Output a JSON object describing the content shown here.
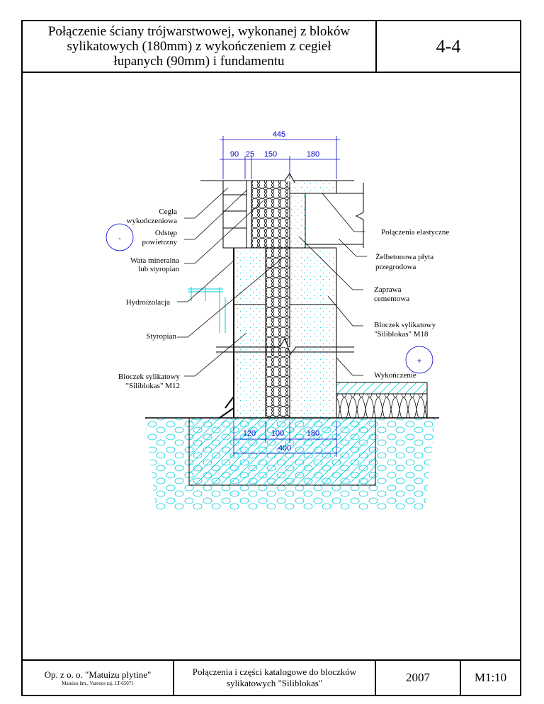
{
  "header": {
    "title_lines": [
      "Połączenie ściany trójwarstwowej, wykonanej z bloków",
      "sylikatowych (180mm) z wykończeniem z cegieł",
      "łupanych (90mm) i fundamentu"
    ],
    "code": "4-4"
  },
  "drawing": {
    "dims_top": {
      "total": "445",
      "parts": [
        "90",
        "25",
        "150",
        "180"
      ]
    },
    "dims_bottom": {
      "total": "400",
      "parts": [
        "120",
        "100",
        "180"
      ]
    },
    "markers": {
      "minus": "-",
      "plus": "+"
    },
    "labels_left": [
      [
        "Cegła",
        "wykończeniowa"
      ],
      [
        "Odstęp",
        "powietrzny"
      ],
      [
        "Wata mineralna",
        "lub styropian"
      ],
      [
        "Hydroizolacja"
      ],
      [
        "Styropian"
      ],
      [
        "Bloczek sylikatowy",
        "\"Siliblokas\" M12"
      ]
    ],
    "labels_right": [
      [
        "Połączenia elastyczne"
      ],
      [
        "Żelbetonowa płyta",
        "przegrodowa"
      ],
      [
        "Zaprawa",
        "cementowa"
      ],
      [
        "Bloczek sylikatowy",
        "\"Siliblokas\" M18"
      ],
      [
        "Wykończenie"
      ]
    ]
  },
  "footer": {
    "company": "Op. z o. o. \"Matuizu plytine\"",
    "address": "Matuizu km., Varenos raj. LT-65071",
    "description_lines": [
      "Połączenia i części katalogowe do bloczków",
      "sylikatowych \"Siliblokas\""
    ],
    "year": "2007",
    "scale": "M1:10"
  },
  "colors": {
    "line": "#000000",
    "dimension": "#0000cc",
    "fill": "#00e5ee"
  }
}
